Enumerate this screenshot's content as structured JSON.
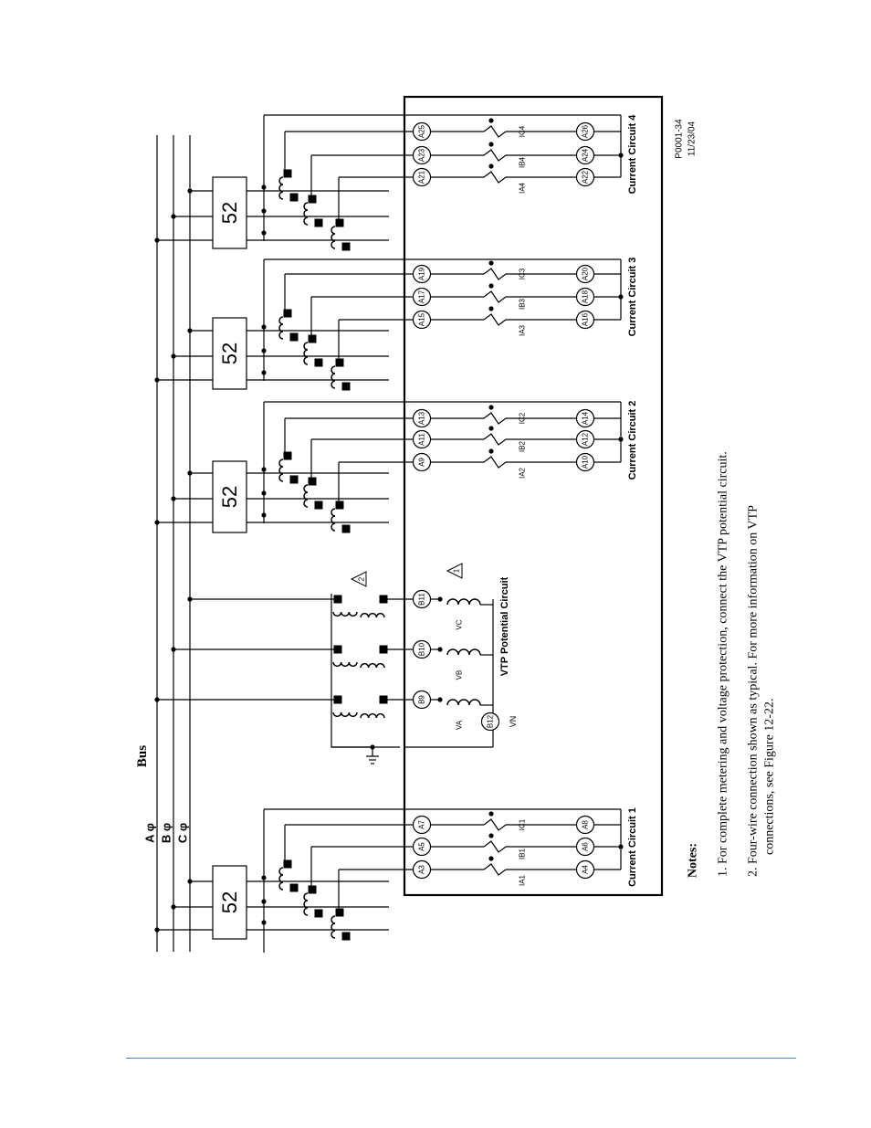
{
  "bus": {
    "title": "Bus",
    "phases": [
      "A φ",
      "B φ",
      "C φ"
    ]
  },
  "breaker_label": "52",
  "circuits": [
    {
      "name": "Current Circuit 1",
      "top": [
        "A3",
        "A5",
        "A7"
      ],
      "bottom": [
        "A4",
        "A6",
        "A8"
      ],
      "labels": [
        "IA1",
        "IB1",
        "IC1"
      ]
    },
    {
      "name": "Current Circuit 2",
      "top": [
        "A9",
        "A11",
        "A13"
      ],
      "bottom": [
        "A10",
        "A12",
        "A14"
      ],
      "labels": [
        "IA2",
        "IB2",
        "IC2"
      ]
    },
    {
      "name": "Current Circuit 3",
      "top": [
        "A15",
        "A17",
        "A19"
      ],
      "bottom": [
        "A16",
        "A18",
        "A20"
      ],
      "labels": [
        "IA3",
        "IB3",
        "IC3"
      ]
    },
    {
      "name": "Current Circuit 4",
      "top": [
        "A21",
        "A23",
        "A25"
      ],
      "bottom": [
        "A22",
        "A24",
        "A26"
      ],
      "labels": [
        "IA4",
        "IB4",
        "IC4"
      ]
    }
  ],
  "vtp": {
    "name": "VTP Potential Circuit",
    "terminals": [
      "B9",
      "B10",
      "B11"
    ],
    "neutral": "B12",
    "labels": [
      "VA",
      "VB",
      "VC"
    ],
    "neutral_label": "VN",
    "note_flags": [
      "1",
      "2"
    ]
  },
  "figure_id": [
    "P0001-34",
    "11/23/04"
  ],
  "notes": {
    "title": "Notes:",
    "items": [
      [
        "1.  For complete metering and voltage protection, connect the VTP potential circuit."
      ],
      [
        "2.  Four-wire connection shown as typical. For more information on VTP",
        "connections, see Figure 12-22."
      ]
    ]
  }
}
